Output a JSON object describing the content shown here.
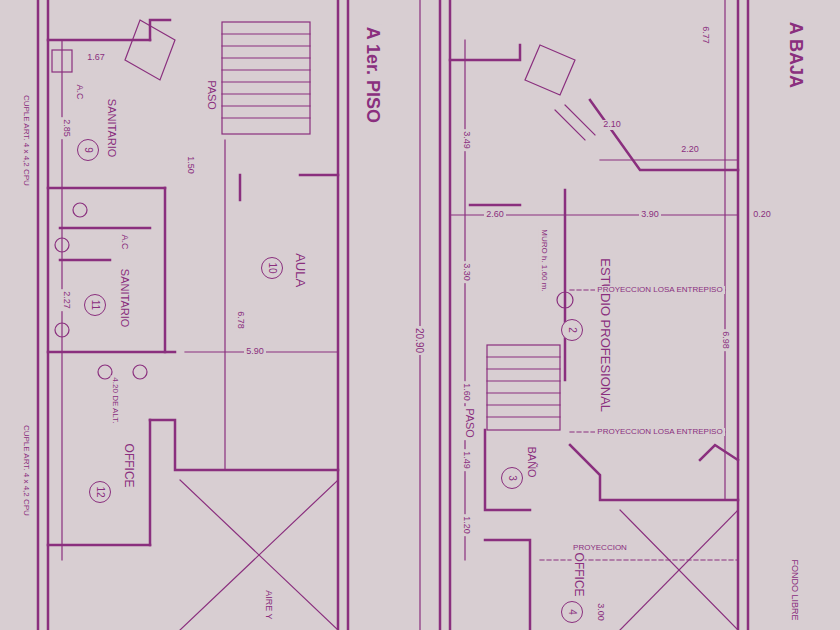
{
  "diagram": {
    "nodes": [
      {
        "text": [
          "9"
        ]
      },
      {
        "text": [
          "11"
        ]
      },
      {
        "text": [
          "10"
        ]
      },
      {
        "text": [
          "12"
        ]
      },
      {
        "text": [
          "2"
        ]
      },
      {
        "text": [
          "3"
        ]
      },
      {
        "text": [
          "4"
        ]
      }
    ],
    "labels": [
      "A 1er. PISO",
      "PASO",
      "A.C",
      "SANITARIO",
      "A.C",
      "SANITARIO",
      "OFFICE",
      "AULA",
      "1.67",
      "2.85",
      "2.27",
      "1.50",
      "6.78",
      "5.90",
      "CUPLE ART. 4 x 4,2 CPU",
      "CUPLE ART. 4 x 4,2 CPU",
      "4.20 DE ALT.",
      "AIRE Y",
      "20.90",
      "A BAJA",
      "ESTUDIO PROFESIONAL",
      "PASO",
      "BAÑO",
      "OFFICE",
      "MURO h. 1.60 m.",
      "PROYECCION LOSA ENTREPISO",
      "PROYECCION LOSA ENTREPISO",
      "PROYECCION",
      "FONDO LIBRE",
      "6.77",
      "2.10",
      "2.20",
      "3.49",
      "2.60",
      "3.90",
      "0.20",
      "3.30",
      "6.98",
      "1.60",
      "1.49",
      "1.20",
      "3.00"
    ]
  }
}
